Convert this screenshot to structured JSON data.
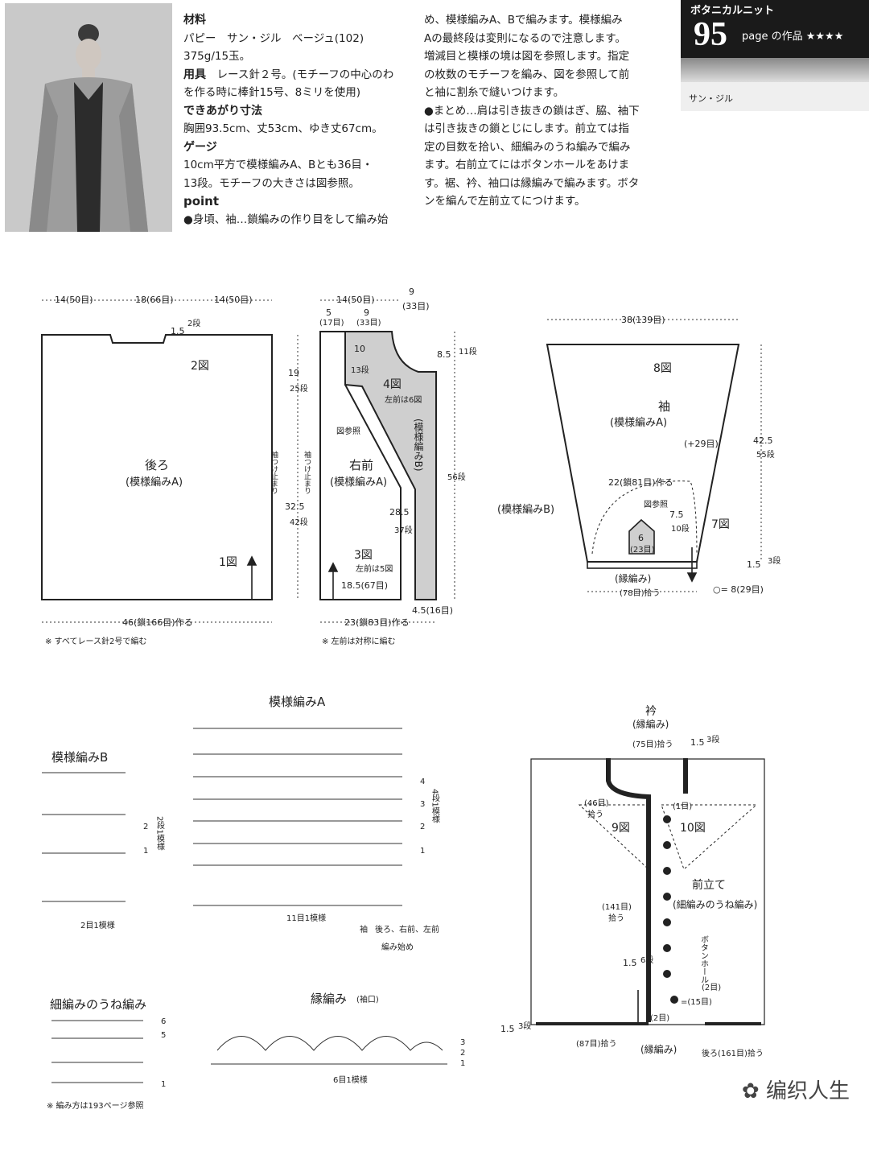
{
  "photo": {
    "alt": "cardigan model photo"
  },
  "banner": {
    "series": "ボタニカルニット",
    "number": "95",
    "page_label": "page の作品 ★★★★",
    "yarn_label": "サン・ジル"
  },
  "text_left": {
    "h_material": "材料",
    "material_1": "パピー　サン・ジル　ベージュ(102)",
    "material_2": "375g/15玉。",
    "h_tools": "用具",
    "tools_1": "レース針２号。(モチーフの中心のわ",
    "tools_2": "を作る時に棒針15号、8ミリを使用)",
    "h_size": "できあがり寸法",
    "size_1": "胸囲93.5cm、丈53cm、ゆき丈67cm。",
    "h_gauge": "ゲージ",
    "gauge_1": "10cm平方で模様編みA、Bとも36目・",
    "gauge_2": "13段。モチーフの大きさは図参照。",
    "h_point": "point",
    "point_1": "●身頃、袖…鎖編みの作り目をして編み始"
  },
  "text_right": [
    "め、模様編みA、Bで編みます。模様編み",
    "Aの最終段は変則になるので注意します。",
    "増減目と模様の境は図を参照します。指定",
    "の枚数のモチーフを編み、図を参照して前",
    "と袖に割糸で縫いつけます。",
    "●まとめ…肩は引き抜きの鎖はぎ、脇、袖下",
    "は引き抜きの鎖とじにします。前立ては指",
    "定の目数を拾い、細編みのうね編みで編み",
    "ます。右前立てにはボタンホールをあけま",
    "す。裾、衿、袖口は縁編みで編みます。ボタ",
    "ンを編んで左前立てにつけます。"
  ],
  "back": {
    "top_l": "14(50目)",
    "top_m": "18(66目)",
    "top_r": "14(50目)",
    "neck_1": "1.5",
    "neck_2": "2段",
    "fig": "2図",
    "name": "後ろ",
    "pattern": "(模様編みA)",
    "fig1": "1図",
    "h1": "19",
    "h1b": "25段",
    "h2": "32.5",
    "h2b": "42段",
    "armhole": "袖つけ止まり",
    "bottom": "46(鎖166目)作る",
    "note": "※ すべてレース針2号で編む"
  },
  "front": {
    "top": "14(50目)",
    "top2": "9",
    "top2b": "(33目)",
    "w1": "5",
    "w1b": "(17目)",
    "w2": "9",
    "w2b": "(33目)",
    "h_neck": "8.5",
    "h_neckb": "11段",
    "rows_neck": "10",
    "rows_neckb": "13段",
    "fig4": "4図",
    "fig4s": "左前は6図",
    "ref": "図参照",
    "name": "右前",
    "pattern": "(模様編みA)",
    "patB": "(模様編みB)",
    "armhole": "袖つけ止まり",
    "h": "56段",
    "h2": "28.5",
    "h2b": "37段",
    "fig3": "3図",
    "fig3s": "左前は5図",
    "w_a": "18.5(67目)",
    "w_b": "4.5(16目)",
    "bottom": "23(鎖83目)作る",
    "note": "※ 左前は対称に編む"
  },
  "sleeve": {
    "top": "38(139目)",
    "fig": "8図",
    "name": "袖",
    "pattern": "(模様編みA)",
    "inc": "(+29目)",
    "h": "42.5",
    "hb": "55段",
    "chain": "22(鎖81目)作る",
    "ref": "図参照",
    "patB": "(模様編みB)",
    "m1": "7.5",
    "m2": "10段",
    "m3": "6",
    "m4": "(23目)",
    "fig7": "7図",
    "edge": "(縁編み)",
    "pick": "(78目)拾う",
    "e1": "1.5",
    "e2": "3段",
    "circle": "○= 8(29目)"
  },
  "patA": {
    "title": "模様編みA",
    "repeat": "11目1模様",
    "r4": "4",
    "r3": "3",
    "r2": "2",
    "r1": "1",
    "rep_v": "4段1模様",
    "start_a": "袖",
    "start_b": "後ろ、右前、左前",
    "start_c": "編み始め"
  },
  "patB": {
    "title": "模様編みB",
    "r2": "2",
    "r1": "1",
    "rep_v": "2段1模様",
    "repeat": "2目1模様"
  },
  "sc": {
    "title": "細編みのうね編み",
    "r6": "6",
    "r5": "5",
    "r1": "1",
    "note": "※ 編み方は193ページ参照"
  },
  "edging": {
    "title": "縁編み",
    "sub": "(袖口)",
    "r3": "3",
    "r2": "2",
    "r1": "1",
    "repeat": "6目1模様"
  },
  "band": {
    "collar": "衿",
    "collar_sub": "(縁編み)",
    "pick75": "(75目)拾う",
    "c1": "1.5",
    "c2": "3段",
    "pick46": "(46目)",
    "pick46b": "拾う",
    "r1": "(1目)",
    "fig9": "9図",
    "fig10": "10図",
    "name": "前立て",
    "sub": "(細編みのうね編み)",
    "pick141": "(141目)",
    "pick141b": "拾う",
    "b1": "1.5",
    "b2": "6段",
    "bh": "ボタンホール",
    "bh2": "(2目)",
    "r15": "=(15目)",
    "r2": "(2目)",
    "l1": "1.5",
    "l2": "3段",
    "pick87": "(87目)拾う",
    "edge": "(縁編み)",
    "pick161": "後ろ(161目)拾う"
  },
  "watermark": "编织人生"
}
